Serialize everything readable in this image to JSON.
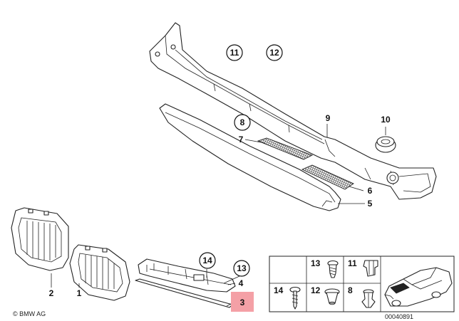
{
  "callouts": {
    "c11": "11",
    "c12": "12",
    "c8": "8",
    "c7": "7",
    "c9": "9",
    "c10": "10",
    "c6": "6",
    "c5": "5",
    "c14": "14",
    "c13": "13",
    "c4": "4",
    "c3": "3",
    "c2": "2",
    "c1": "1"
  },
  "fastener_table": {
    "labels": [
      "13",
      "11",
      "14",
      "12",
      "8"
    ]
  },
  "footer": {
    "copyright": "© BMW AG",
    "drawing_number": "00040891"
  },
  "highlight_color": "#f4a0a6"
}
